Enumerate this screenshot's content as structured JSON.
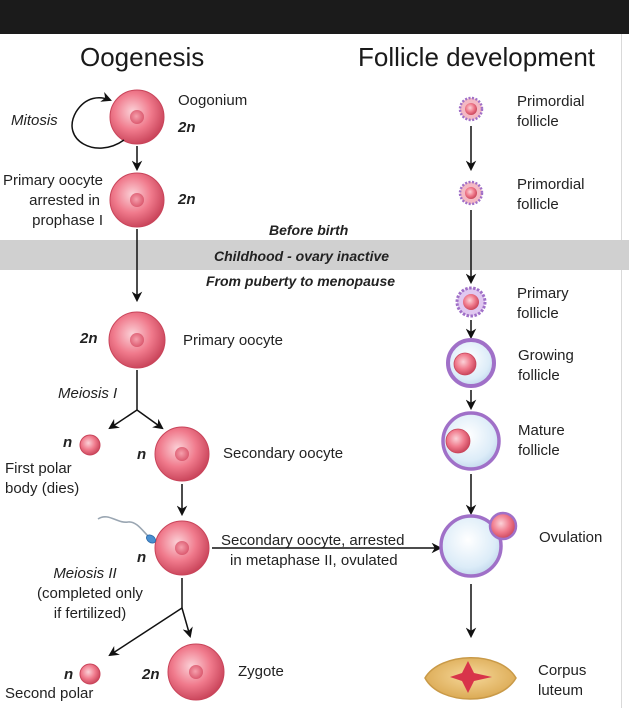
{
  "titles": {
    "left": "Oogenesis",
    "right": "Follicle development"
  },
  "oogenesis": {
    "mitosis": "Mitosis",
    "oogonium": "Oogonium",
    "oogonium_ploidy": "2n",
    "primary_arrested_1": "Primary oocyte",
    "primary_arrested_2": "arrested in",
    "primary_arrested_3": "prophase I",
    "primary_arrested_ploidy": "2n",
    "primary_ploidy": "2n",
    "primary_label": "Primary oocyte",
    "meiosis1": "Meiosis I",
    "polar1_ploidy": "n",
    "polar1_1": "First polar",
    "polar1_2": "body (dies)",
    "secondary_ploidy": "n",
    "secondary_label": "Secondary oocyte",
    "sperm_ploidy": "n",
    "arrested_1": "Secondary oocyte, arrested",
    "arrested_2": "in metaphase II, ovulated",
    "meiosis2_1": "Meiosis II",
    "meiosis2_2": "(completed only",
    "meiosis2_3": "if fertilized)",
    "polar2_ploidy": "n",
    "polar2_1": "Second polar",
    "zygote_ploidy": "2n",
    "zygote_label": "Zygote"
  },
  "band": {
    "before": "Before birth",
    "childhood": "Childhood -  ovary inactive",
    "puberty": "From puberty to menopause"
  },
  "follicles": {
    "primordial1_1": "Primordial",
    "primordial1_2": "follicle",
    "primordial2_1": "Primordial",
    "primordial2_2": "follicle",
    "primary_1": "Primary",
    "primary_2": "follicle",
    "growing_1": "Growing",
    "growing_2": "follicle",
    "mature_1": "Mature",
    "mature_2": "follicle",
    "ovulation": "Ovulation",
    "corpus_1": "Corpus",
    "corpus_2": "luteum"
  },
  "colors": {
    "cell_outer": "#d9546a",
    "cell_mid": "#f07a8c",
    "cell_light": "#fbd2d8",
    "follicle_ring": "#a070c8",
    "follicle_fill": "#e4f2fb",
    "corpus_outer": "#e8bd6a",
    "corpus_core": "#d8344a",
    "band": "#d0d0d0",
    "topbar": "#1b1b1b"
  },
  "icons": [
    "cell",
    "sperm",
    "follicle",
    "corpus-luteum",
    "arrow"
  ]
}
